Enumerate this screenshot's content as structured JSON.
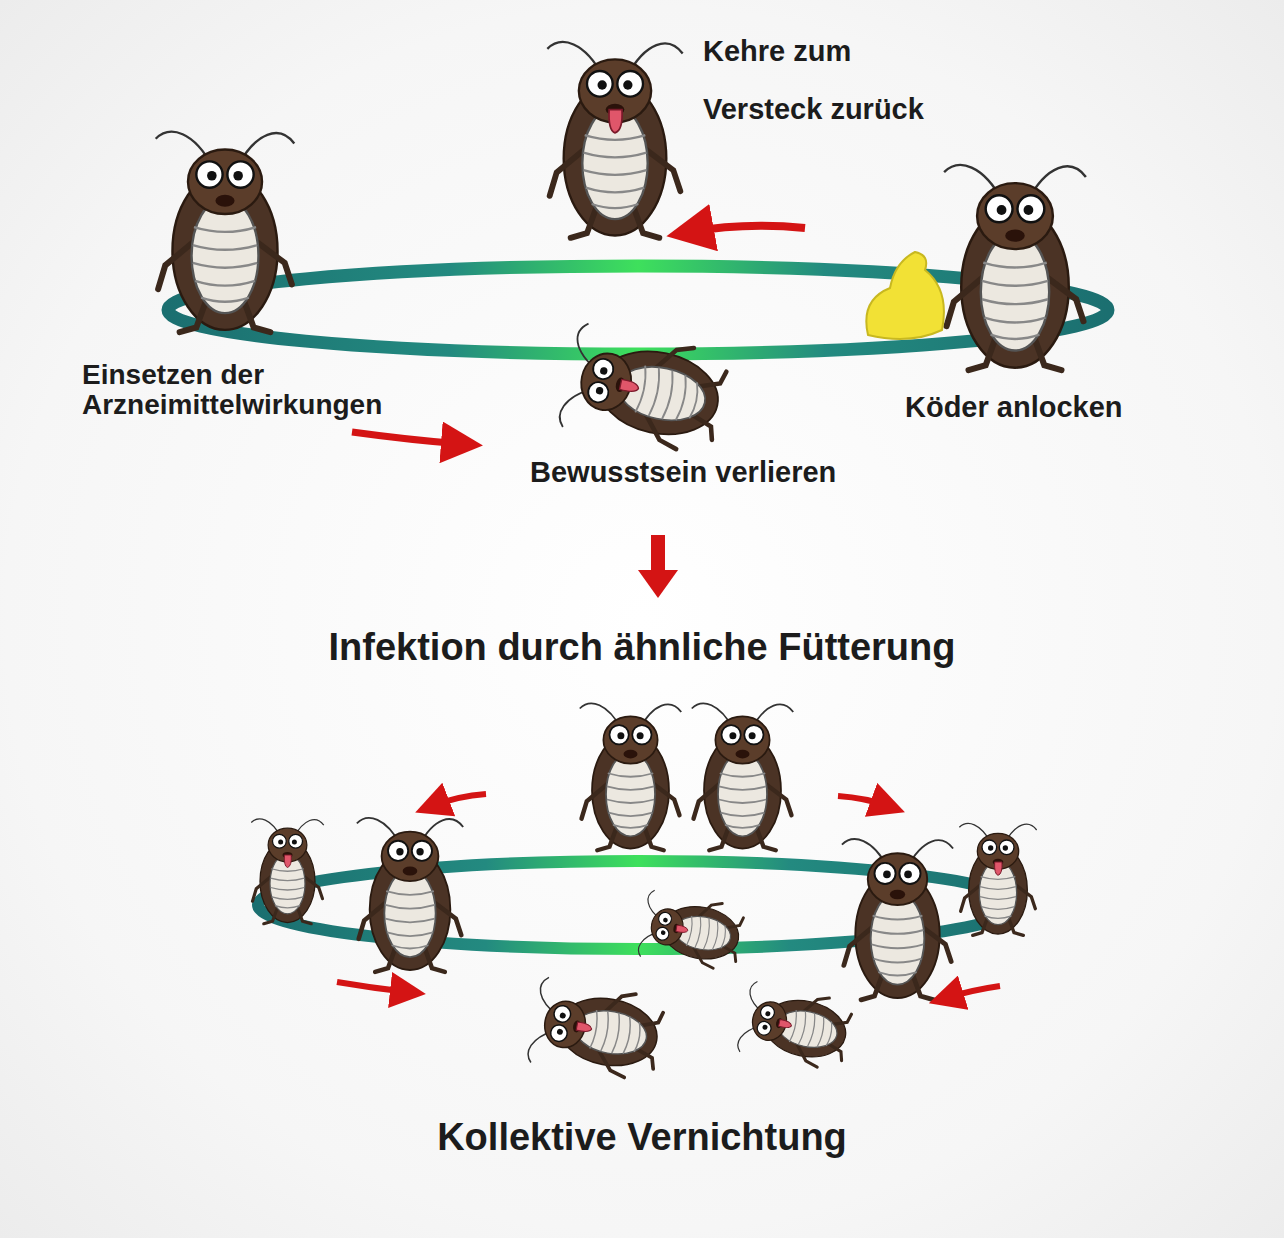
{
  "diagram": {
    "labels": [
      "Kehre zum Versteck zurück",
      "Einsetzen der Arzneimittelwirkungen",
      "Köder anlocken",
      "Bewusstsein verlieren",
      "Infektion durch ähnliche Fütterung",
      "Kollektive Vernichtung"
    ]
  }
}
